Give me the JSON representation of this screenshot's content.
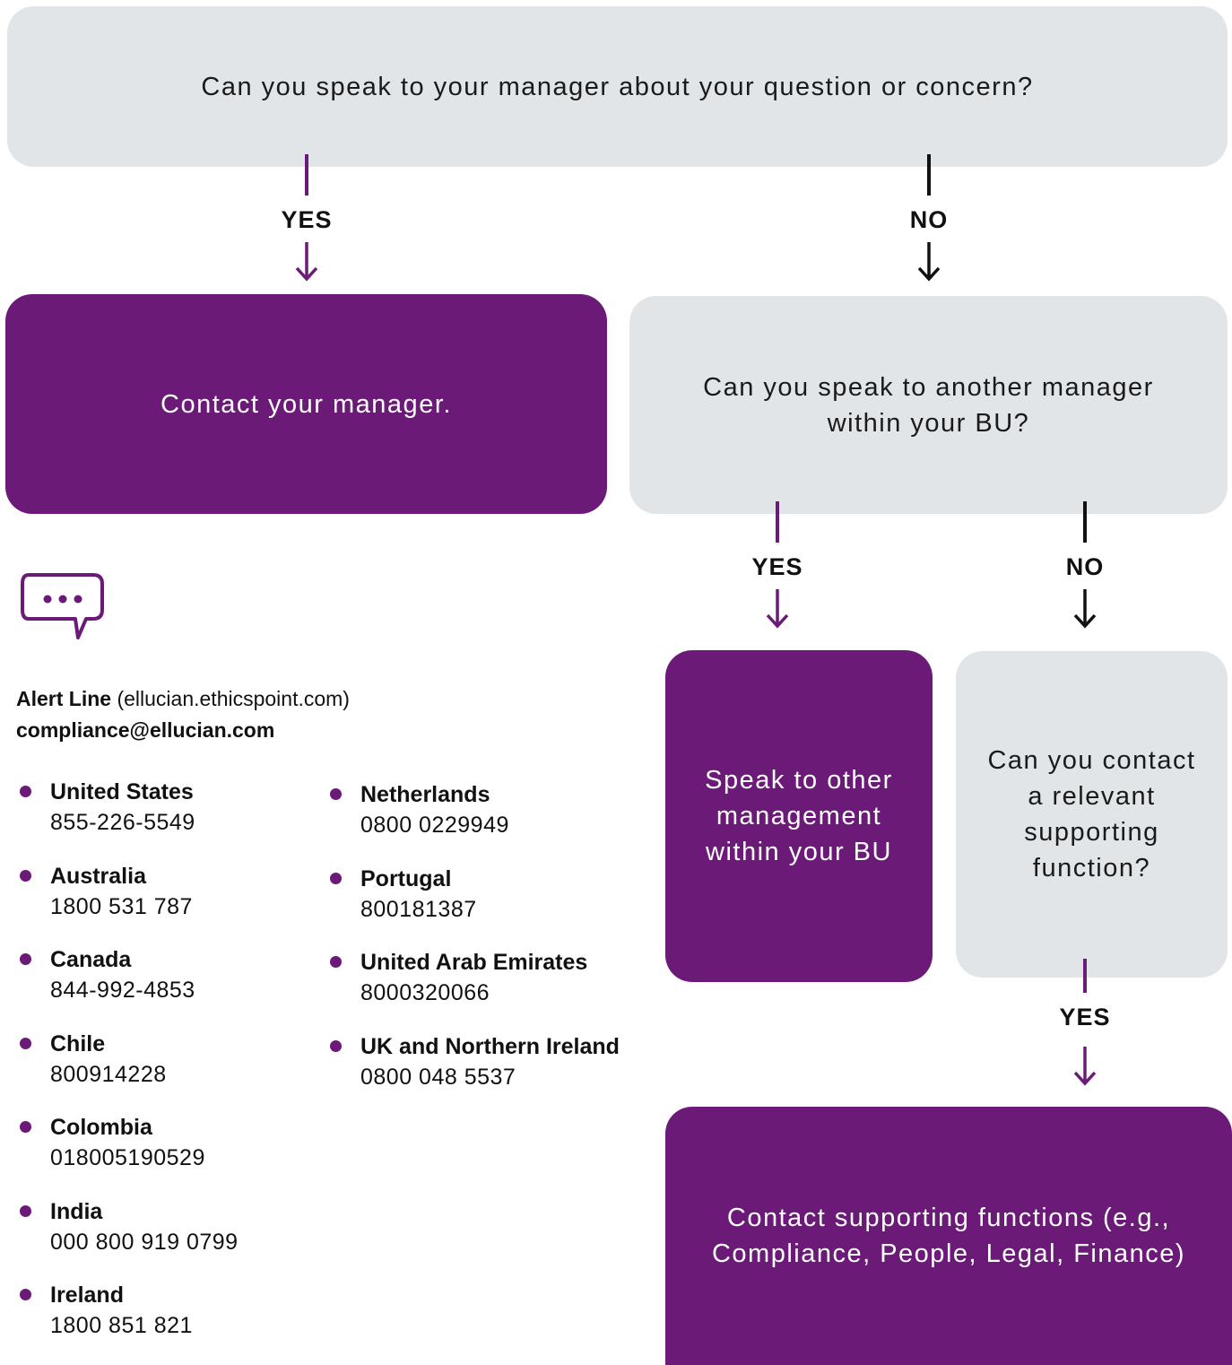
{
  "flow": {
    "q1": "Can you speak to your manager about your question or concern?",
    "a1_yes": "Contact your manager.",
    "q2": "Can you speak to another manager within your BU?",
    "a2_yes": "Speak to other management within your BU",
    "q3": "Can you contact a relevant supporting function?",
    "a3_yes": "Contact supporting functions (e.g., Compliance, People, Legal, Finance)",
    "yes_label": "YES",
    "no_label": "NO"
  },
  "contact": {
    "alert_line_label": "Alert Line",
    "alert_line_site": "(ellucian.ethicspoint.com)",
    "email": "compliance@ellucian.com",
    "icon": "chat-bubble-icon"
  },
  "hotlines_col1": [
    {
      "country": "United States",
      "phone": "855-226-5549"
    },
    {
      "country": "Australia",
      "phone": "1800 531 787"
    },
    {
      "country": "Canada",
      "phone": "844-992-4853"
    },
    {
      "country": "Chile",
      "phone": "800914228"
    },
    {
      "country": "Colombia",
      "phone": "018005190529"
    },
    {
      "country": "India",
      "phone": "000 800 919 0799"
    },
    {
      "country": "Ireland",
      "phone": "1800 851 821"
    }
  ],
  "hotlines_col2": [
    {
      "country": "Netherlands",
      "phone": "0800 0229949"
    },
    {
      "country": "Portugal",
      "phone": "800181387"
    },
    {
      "country": "United Arab Emirates",
      "phone": "8000320066"
    },
    {
      "country": "UK and Northern Ireland",
      "phone": "0800 048 5537"
    }
  ],
  "colors": {
    "accent": "#6b1a78",
    "grey_box": "#e1e5e8"
  }
}
